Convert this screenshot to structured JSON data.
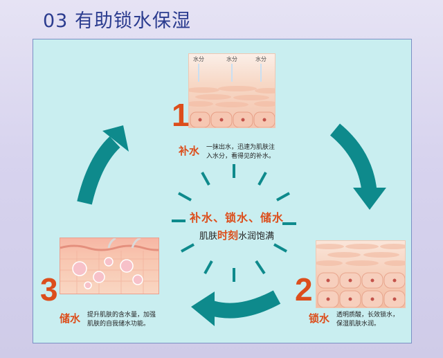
{
  "page": {
    "title": "03 有助锁水保湿"
  },
  "steps": [
    {
      "number": "1",
      "label": "补水",
      "desc_line1": "一抹出水，迅速为肌肤注",
      "desc_line2": "入水分，看得见的补水。"
    },
    {
      "number": "2",
      "label": "锁水",
      "desc_line1": "透明质酸，长效锁水，",
      "desc_line2": "保湿肌肤水润。"
    },
    {
      "number": "3",
      "label": "储水",
      "desc_line1": "提升肌肤的含水量，加强",
      "desc_line2": "肌肤的自我储水功能。"
    }
  ],
  "center": {
    "line1": "补水、锁水、储水",
    "line2_pre": "肌肤",
    "line2_highlight": "时刻",
    "line2_post": "水润饱满"
  },
  "skin_diagram_1": {
    "water_label": "水分"
  },
  "colors": {
    "accent": "#dc4e1c",
    "arrow": "#0e8a8c",
    "title": "#2b3c8f",
    "panel": "#c9eef0"
  }
}
